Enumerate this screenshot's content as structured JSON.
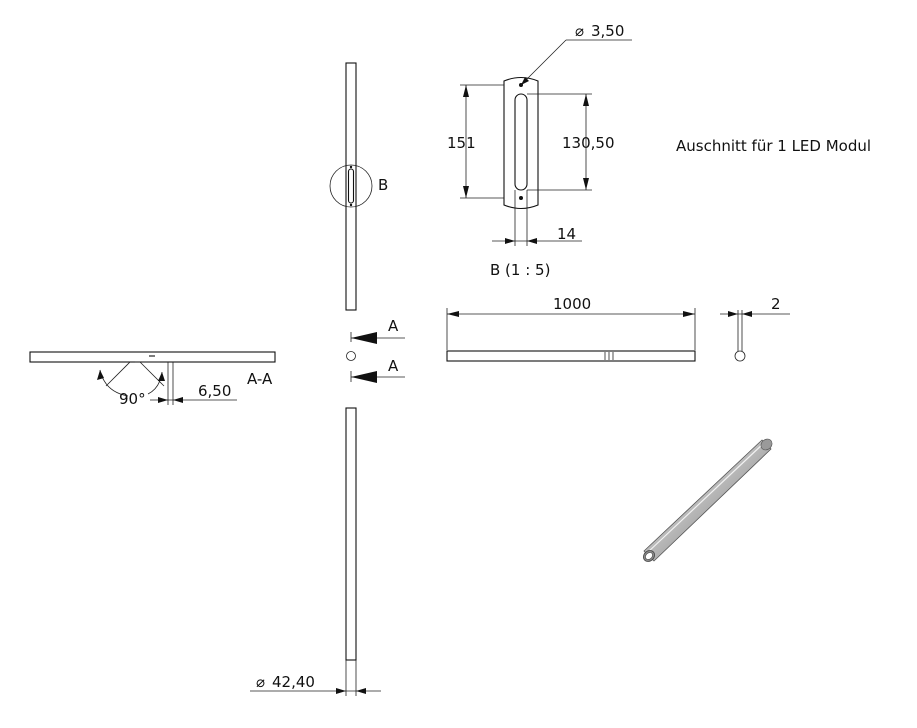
{
  "note": "Auschnitt für 1 LED Modul",
  "detail_b": {
    "callout": "B",
    "title": "B (1 : 5)",
    "hole_diameter": "3,50",
    "overall_length": "151",
    "slot_length": "130,50",
    "slot_width": "14"
  },
  "front_view": {
    "length": "1000",
    "wall": "2"
  },
  "section": {
    "arrow_label_top": "A",
    "arrow_label_bottom": "A",
    "title": "A-A",
    "angle": "90°",
    "offset": "6,50"
  },
  "tube": {
    "diameter": "42,40"
  },
  "symbols": {
    "diameter": "⌀"
  },
  "colors": {
    "line": "#111111",
    "tube_light": "#d8d8d8",
    "tube_dark": "#6f6f6f"
  }
}
